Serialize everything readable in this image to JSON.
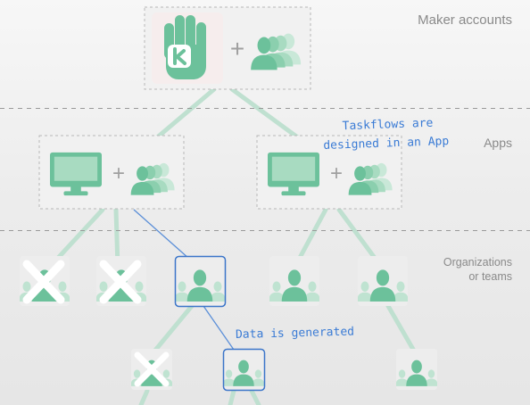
{
  "bands": {
    "maker_accounts": "Maker accounts",
    "apps": "Apps",
    "organizations_line1": "Organizations",
    "organizations_line2": "or teams"
  },
  "annotations": {
    "taskflows_line1": "Taskflows are",
    "taskflows_line2": "designed in an App",
    "data_generated": "Data is generated"
  },
  "plus_sign": "+",
  "colors": {
    "accent_green": "#6cc19b",
    "connector": "#bfe0d0",
    "active_connector": "#5b8fd8",
    "active_border": "#3b75c9",
    "note_blue": "#3a7bd5",
    "cross": "#ffffff"
  },
  "icons": {
    "maker": "kinvey-hand-logo-icon",
    "users": "user-group-icon",
    "app": "monitor-icon",
    "org": "org-team-icon",
    "removed": "cross-icon"
  }
}
